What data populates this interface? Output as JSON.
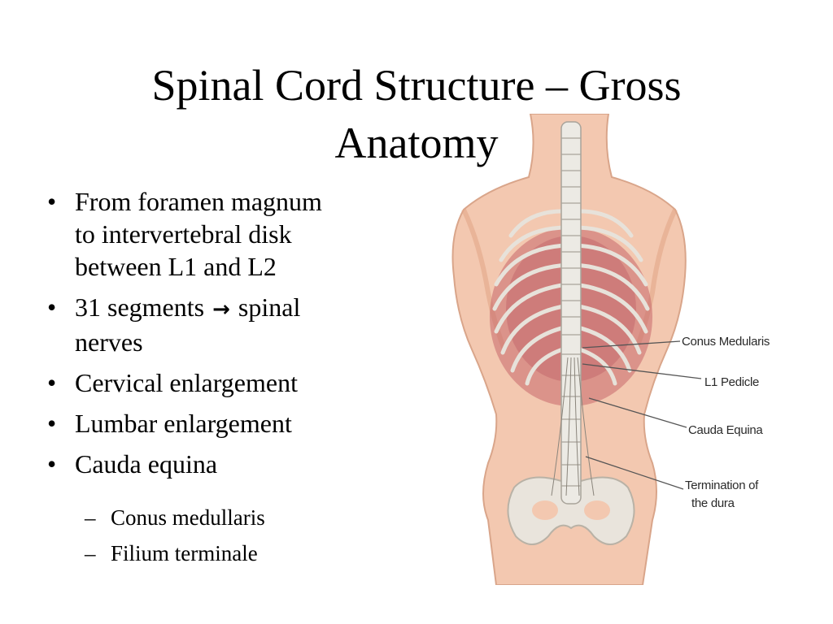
{
  "slide": {
    "title_line1": "Spinal Cord Structure – Gross",
    "title_line2": "Anatomy",
    "bullets": [
      {
        "lines": [
          "From foramen magnum",
          "to intervertebral disk",
          "between L1 and L2"
        ]
      },
      {
        "before_arrow": "31 segments",
        "arrow": "→",
        "after_arrow": "spinal",
        "line2": "nerves"
      },
      {
        "lines": [
          "Cervical enlargement"
        ]
      },
      {
        "lines": [
          "Lumbar enlargement"
        ]
      },
      {
        "lines": [
          "Cauda equina"
        ]
      }
    ],
    "subbullets": [
      "Conus medullaris",
      "Filium terminale"
    ],
    "bullet_glyph": "•",
    "subbullet_glyph": "–"
  },
  "illustration": {
    "callouts": {
      "conus": "Conus Medularis",
      "l1": "L1 Pedicle",
      "cauda": "Cauda Equina",
      "dura_line1": "Termination of",
      "dura_line2": "the dura"
    },
    "colors": {
      "skin": "#f3c8b0",
      "skin_shadow": "#e2a689",
      "rib": "#e7e2da",
      "muscle": "#b8545c",
      "spine": "#eceae4",
      "nerve": "#f2f0ea"
    }
  }
}
